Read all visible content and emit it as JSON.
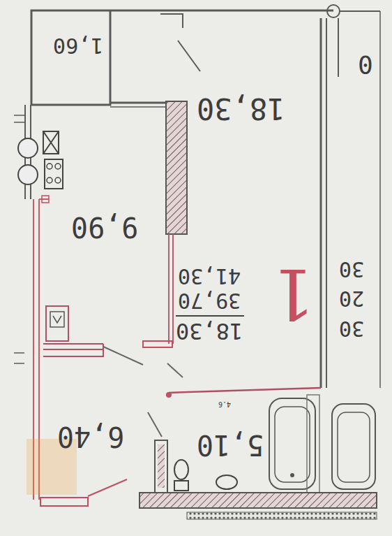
{
  "diagram": {
    "labels": [
      "1,60",
      "18,30",
      "9,90",
      "41,30",
      "39,70",
      "18,30",
      "6,40",
      "5,10",
      "1",
      "30",
      "20",
      "30",
      "0",
      "4.6"
    ]
  }
}
